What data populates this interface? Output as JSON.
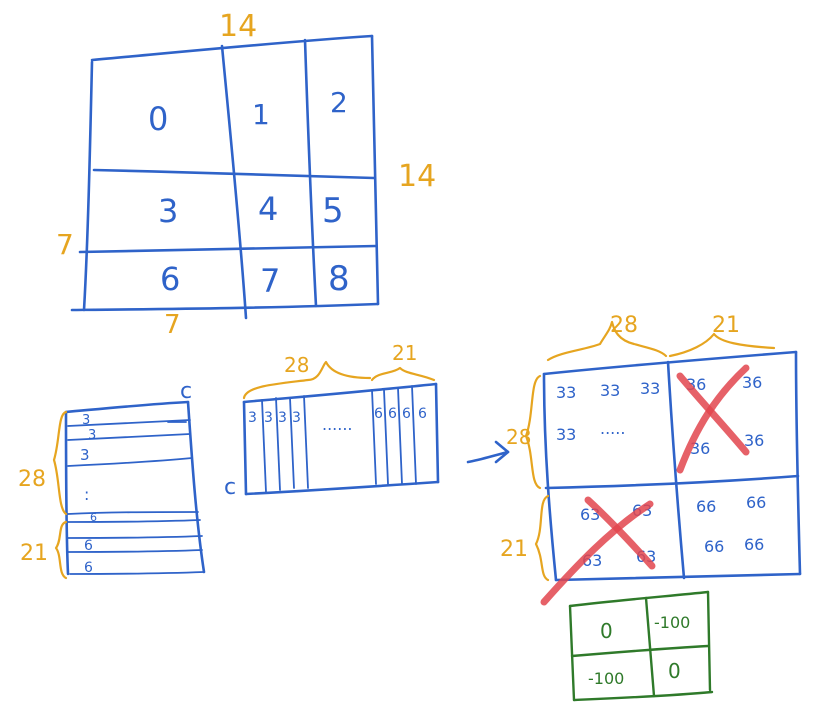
{
  "grid": {
    "top_size": "14",
    "right_size": "14",
    "left_size": "7",
    "bottom_size": "7",
    "cells": [
      "0",
      "1",
      "2",
      "3",
      "4",
      "5",
      "6",
      "7",
      "8"
    ]
  },
  "stack": {
    "corner_label": "c",
    "brace_top": "28",
    "brace_bottom": "21",
    "row_values": [
      "3",
      "3",
      "3",
      "6",
      "6",
      "6"
    ],
    "dots": ":"
  },
  "flat": {
    "left_label": "c",
    "brace_left": "28",
    "brace_right": "21",
    "left_values": [
      "3",
      "3",
      "3",
      "3"
    ],
    "ellipsis": "......",
    "right_values": [
      "6",
      "6",
      "6",
      "6"
    ]
  },
  "matrix": {
    "top_left_brace": "28",
    "top_right_brace": "21",
    "left_top_brace": "28",
    "left_bottom_brace": "21",
    "q1": [
      "33",
      "33",
      "33",
      "33",
      "....."
    ],
    "q2": [
      "36",
      "36",
      "36",
      "36"
    ],
    "q3": [
      "63",
      "63",
      "63",
      "63"
    ],
    "q4": [
      "66",
      "66",
      "66",
      "66"
    ]
  },
  "mask": {
    "cells": [
      "0",
      "-100",
      "-100",
      "0"
    ]
  },
  "colors": {
    "ink_blue": "#2f63c9",
    "ink_orange": "#e6a520",
    "ink_green": "#2f7a2a",
    "ink_red": "#e2454d"
  }
}
